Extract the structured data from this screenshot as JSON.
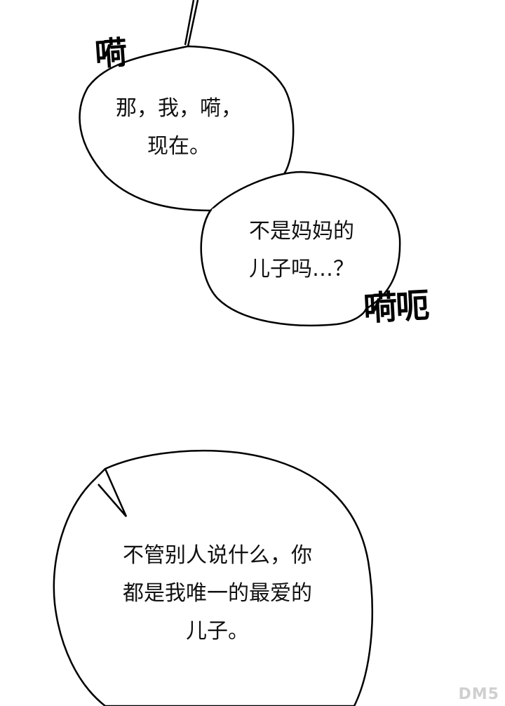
{
  "panel": {
    "background": "#ffffff",
    "line_color": "#000000"
  },
  "bubbles": [
    {
      "lines": [
        "那，我，嗬，",
        "现在。"
      ]
    },
    {
      "lines": [
        "不是妈妈的",
        "儿子吗…？"
      ]
    },
    {
      "lines": [
        "不管别人说什么，你",
        "都是我唯一的最爱的",
        "儿子。"
      ]
    }
  ],
  "sfx": [
    {
      "text": "嗬"
    },
    {
      "text": "嗬呃"
    }
  ],
  "watermark": {
    "text": "DM5"
  }
}
